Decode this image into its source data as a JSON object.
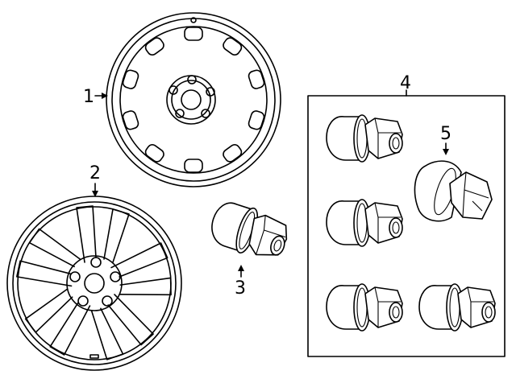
{
  "callouts": {
    "c1": "1",
    "c2": "2",
    "c3": "3",
    "c4": "4",
    "c5": "5"
  },
  "parts": [
    {
      "ref": "1",
      "icon": "steel-wheel-icon"
    },
    {
      "ref": "2",
      "icon": "alloy-wheel-icon"
    },
    {
      "ref": "3",
      "icon": "lug-nut-icon"
    },
    {
      "ref": "4",
      "icon": "lug-nut-set-icon"
    },
    {
      "ref": "5",
      "icon": "locking-lug-nut-icon"
    }
  ]
}
